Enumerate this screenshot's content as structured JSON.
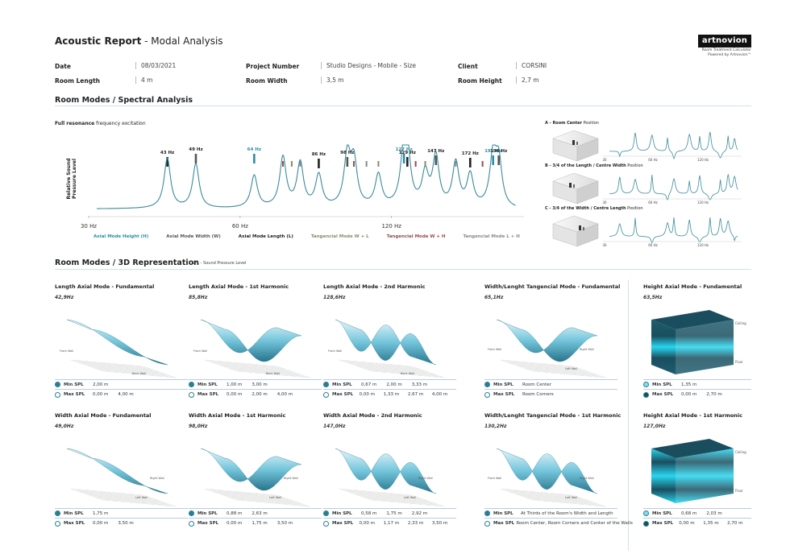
{
  "header": {
    "title": "Acoustic Report",
    "subtitle": " - Modal Analysis",
    "logo": "artnovion",
    "logo_sub1": "Room Treatment Calculator",
    "logo_sub2": "Powered by Artnovion™"
  },
  "meta": {
    "date_label": "Date",
    "date_value": "08/03/2021",
    "project_label": "Project Number",
    "project_value": "Studio Designs - Mobile - Size",
    "client_label": "Client",
    "client_value": "CORSINI",
    "length_label": "Room Length",
    "length_value": "4 m",
    "width_label": "Room Width",
    "width_value": "3,5 m",
    "height_label": "Room Height",
    "height_value": "2,7 m"
  },
  "spectral": {
    "section_title": "Room Modes / Spectral Analysis",
    "excitation_bold": "Full resonance",
    "excitation_rest": " frequency excitation",
    "ylabel1": "Relative Sound",
    "ylabel2": "Pressure Level",
    "xticks": [
      "30 Hz",
      "60 Hz",
      "120 Hz"
    ],
    "colors": {
      "height": "#2a8fa8",
      "width": "#555555",
      "length": "#222222",
      "twl": "#8a8a6a",
      "twh": "#9a4a4a",
      "tlh": "#888888",
      "curve": "#3a8a9a"
    }
  },
  "chart_data": {
    "type": "line",
    "title": "",
    "xlabel": "",
    "ylabel": "Relative Sound Pressure Level",
    "x_scale": "log",
    "xlim": [
      30,
      220
    ],
    "xticks": [
      30,
      60,
      120
    ],
    "mode_labels": [
      {
        "freq": 43,
        "label": "43 Hz",
        "kind": "length"
      },
      {
        "freq": 49,
        "label": "49 Hz",
        "kind": "width"
      },
      {
        "freq": 64,
        "label": "64 Hz",
        "kind": "height"
      },
      {
        "freq": 86,
        "label": "86 Hz",
        "kind": "length"
      },
      {
        "freq": 98,
        "label": "98 Hz",
        "kind": "width"
      },
      {
        "freq": 127,
        "label": "127 Hz",
        "kind": "height"
      },
      {
        "freq": 129,
        "label": "129 Hz",
        "kind": "length"
      },
      {
        "freq": 147,
        "label": "147 Hz",
        "kind": "width"
      },
      {
        "freq": 172,
        "label": "172 Hz",
        "kind": "length"
      },
      {
        "freq": 191,
        "label": "191 Hz",
        "kind": "height"
      },
      {
        "freq": 196,
        "label": "196 Hz",
        "kind": "width"
      }
    ],
    "tangential_bars": [
      {
        "freq": 73,
        "kind": "twh"
      },
      {
        "freq": 76,
        "kind": "twl"
      },
      {
        "freq": 79,
        "kind": "tlh"
      },
      {
        "freq": 101,
        "kind": "twh"
      },
      {
        "freq": 107,
        "kind": "tlh"
      },
      {
        "freq": 113,
        "kind": "twl"
      },
      {
        "freq": 134,
        "kind": "twh"
      },
      {
        "freq": 140,
        "kind": "twl"
      },
      {
        "freq": 161,
        "kind": "tlh"
      },
      {
        "freq": 182,
        "kind": "twh"
      }
    ],
    "resonance_peaks": [
      43,
      49,
      64,
      73,
      79,
      86,
      98,
      101,
      113,
      127,
      129,
      140,
      147,
      161,
      172,
      191,
      196
    ]
  },
  "legend": [
    {
      "label": "Axial Mode Height (H)",
      "color": "#2a8fa8"
    },
    {
      "label": "Axial Mode Width (W)",
      "color": "#555555"
    },
    {
      "label": "Axial Mode Length (L)",
      "color": "#222222"
    },
    {
      "label": "Tangencial Mode W + L",
      "color": "#8a8a6a"
    },
    {
      "label": "Tangencial Mode W + H",
      "color": "#9a4a4a"
    },
    {
      "label": "Tangencial Mode L + H",
      "color": "#888888"
    }
  ],
  "positions": {
    "a_prefix": "A - ",
    "a_bold": "Room Center",
    "a_rest": " Position",
    "b_prefix": "B - ",
    "b_bold": "3/4 of the Length / Centre Width",
    "b_rest": " Position",
    "c_prefix": "C - ",
    "c_bold": "3/4 of the Width / Centre Length",
    "c_rest": " Position",
    "ticks": [
      "30",
      "60 Hz",
      "120 Hz"
    ]
  },
  "rep3d": {
    "section_title": "Room Modes / 3D Representation",
    "note": "* SPL - Sound Pressure Level",
    "min_label": "Min SPL",
    "max_label": "Max SPL",
    "surf_labels": {
      "front": "Front Wall",
      "back": "Back Wall",
      "right": "Right Wall",
      "left": "Left Wall",
      "ceiling": "Ceiling",
      "floor": "Floor"
    },
    "modes": [
      {
        "title": "Length Axial Mode - Fundamental",
        "freq": "42,9Hz",
        "min": [
          "2,00 m"
        ],
        "max": [
          "0,00 m",
          "4,00 m"
        ]
      },
      {
        "title": "Length Axial Mode - 1st Harmonic",
        "freq": "85,8Hz",
        "min": [
          "1,00 m",
          "3,00 m"
        ],
        "max": [
          "0,00 m",
          "2,00 m",
          "4,00 m"
        ]
      },
      {
        "title": "Length Axial Mode - 2nd Harmonic",
        "freq": "128,6Hz",
        "min": [
          "0,67 m",
          "2,00 m",
          "3,33 m"
        ],
        "max": [
          "0,00 m",
          "1,33 m",
          "2,67 m",
          "4,00 m"
        ]
      },
      {
        "title": "Width/Lenght Tangencial Mode - Fundamental",
        "freq": "65,1Hz",
        "min": [
          "Room Center"
        ],
        "max": [
          "Room Corners"
        ]
      },
      {
        "title": "Height Axial Mode - Fundamental",
        "freq": "63,5Hz",
        "min": [
          "1,35 m"
        ],
        "max": [
          "0,00 m",
          "2,70 m"
        ]
      },
      {
        "title": "Width Axial Mode - Fundamental",
        "freq": "49,0Hz",
        "min": [
          "1,75 m"
        ],
        "max": [
          "0,00 m",
          "3,50 m"
        ]
      },
      {
        "title": "Width Axial Mode - 1st Harmonic",
        "freq": "98,0Hz",
        "min": [
          "0,88 m",
          "2,63 m"
        ],
        "max": [
          "0,00 m",
          "1,75 m",
          "3,50 m"
        ]
      },
      {
        "title": "Width Axial Mode - 2nd Harmonic",
        "freq": "147,0Hz",
        "min": [
          "0,58 m",
          "1,75 m",
          "2,92 m"
        ],
        "max": [
          "0,00 m",
          "1,17 m",
          "2,33 m",
          "3,50 m"
        ]
      },
      {
        "title": "Width/Lenght Tangencial Mode - 1st Harmonic",
        "freq": "130,2Hz",
        "min": [
          "At Thirds of the Room's Width and Length"
        ],
        "max": [
          "Room Center, Room Corners and Center of the Walls"
        ]
      },
      {
        "title": "Height Axial Mode - 1st Harmonic",
        "freq": "127,0Hz",
        "min": [
          "0,68 m",
          "2,03 m"
        ],
        "max": [
          "0,00 m",
          "1,35 m",
          "2,70 m"
        ]
      }
    ]
  }
}
